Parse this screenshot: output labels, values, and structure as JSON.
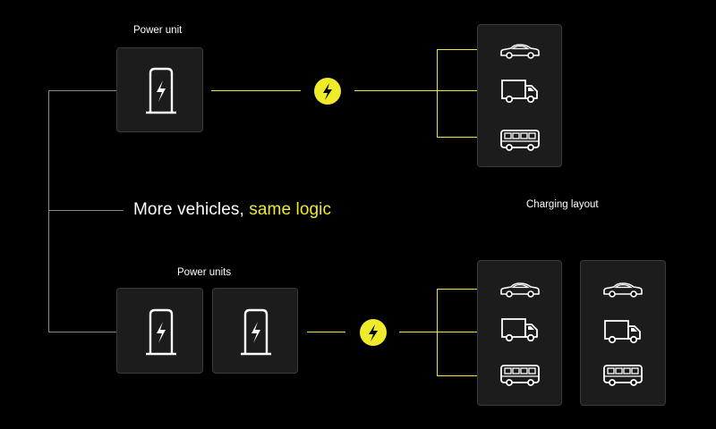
{
  "labels": {
    "power_unit": "Power unit",
    "power_units": "Power units",
    "charging_layout": "Charging layout"
  },
  "headline": {
    "main": "More vehicles,",
    "accent": "same logic"
  },
  "colors": {
    "background": "#000000",
    "accent": "#f0eb2a",
    "connector_gray": "#8a8a8a",
    "box_fill": "#1c1c1c",
    "box_border": "#3a3a3a"
  },
  "icons": {
    "power_unit": "charger-icon",
    "bolt": "lightning-bolt-icon",
    "vehicles": [
      "car-icon",
      "truck-icon",
      "bus-icon"
    ]
  }
}
